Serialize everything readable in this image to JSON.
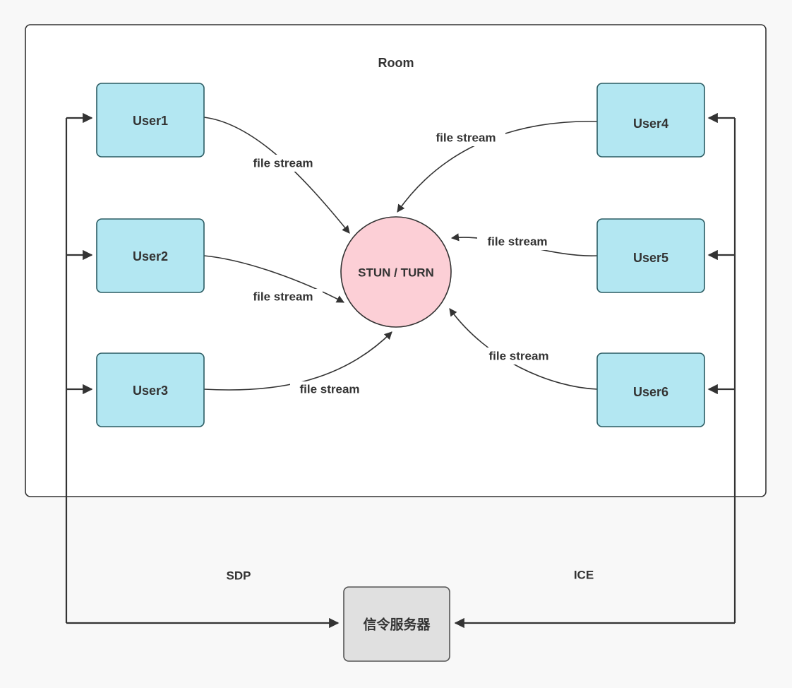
{
  "diagram": {
    "title": "Room",
    "background_color": "#f8f8f8",
    "room_box": {
      "label": "Room",
      "fill": "#ffffff",
      "stroke": "#333333"
    },
    "colors": {
      "user_fill": "#b3e7f2",
      "user_stroke": "#2b5c63",
      "stun_fill": "#fccfd6",
      "stun_stroke": "#333333",
      "signal_fill": "#e0e0e0",
      "signal_stroke": "#555555",
      "line": "#333333",
      "text": "#333333"
    },
    "users_left": [
      {
        "id": "user1",
        "label": "User1"
      },
      {
        "id": "user2",
        "label": "User2"
      },
      {
        "id": "user3",
        "label": "User3"
      }
    ],
    "users_right": [
      {
        "id": "user4",
        "label": "User4"
      },
      {
        "id": "user5",
        "label": "User5"
      },
      {
        "id": "user6",
        "label": "User6"
      }
    ],
    "stun_node": {
      "id": "stun-turn",
      "label": "STUN / TURN"
    },
    "signaling_node": {
      "id": "signaling-server",
      "label": "信令服务器"
    },
    "edge_labels": {
      "file_stream": "file stream",
      "sdp": "SDP",
      "ice": "ICE"
    },
    "edges": [
      {
        "from": "user1",
        "to": "stun-turn",
        "label": "file stream"
      },
      {
        "from": "user2",
        "to": "stun-turn",
        "label": "file stream"
      },
      {
        "from": "user3",
        "to": "stun-turn",
        "label": "file stream"
      },
      {
        "from": "user4",
        "to": "stun-turn",
        "label": "file stream"
      },
      {
        "from": "user5",
        "to": "stun-turn",
        "label": "file stream"
      },
      {
        "from": "user6",
        "to": "stun-turn",
        "label": "file stream"
      },
      {
        "from": "signaling-server",
        "to": "user1",
        "label": "SDP"
      },
      {
        "from": "signaling-server",
        "to": "user2",
        "label": "SDP"
      },
      {
        "from": "signaling-server",
        "to": "user3",
        "label": "SDP"
      },
      {
        "from": "signaling-server",
        "to": "user4",
        "label": "ICE"
      },
      {
        "from": "signaling-server",
        "to": "user5",
        "label": "ICE"
      },
      {
        "from": "signaling-server",
        "to": "user6",
        "label": "ICE"
      }
    ]
  }
}
